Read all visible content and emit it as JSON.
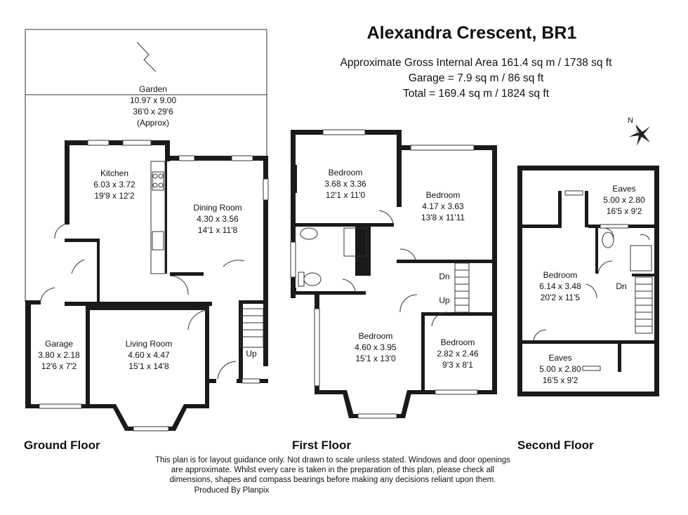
{
  "header": {
    "title": "Alexandra Crescent, BR1",
    "area_line": "Approximate Gross Internal Area 161.4 sq m / 1738 sq ft",
    "garage_line": "Garage = 7.9 sq m / 86 sq ft",
    "total_line": "Total = 169.4 sq m / 1824 sq ft"
  },
  "compass": {
    "label": "N"
  },
  "ground_floor": {
    "label": "Ground Floor",
    "garden": {
      "name": "Garden",
      "metric": "10.97 x 9.00",
      "imperial": "36'0 x 29'6",
      "note": "(Approx)"
    },
    "kitchen": {
      "name": "Kitchen",
      "metric": "6.03 x 3.72",
      "imperial": "19'9 x 12'2"
    },
    "dining": {
      "name": "Dining Room",
      "metric": "4.30 x 3.56",
      "imperial": "14'1 x 11'8"
    },
    "garage": {
      "name": "Garage",
      "metric": "3.80 x 2.18",
      "imperial": "12'6 x 7'2"
    },
    "living": {
      "name": "Living Room",
      "metric": "4.60 x 4.47",
      "imperial": "15'1 x 14'8"
    },
    "stairs": "Up"
  },
  "first_floor": {
    "label": "First Floor",
    "bed1": {
      "name": "Bedroom",
      "metric": "3.68 x 3.36",
      "imperial": "12'1 x 11'0"
    },
    "bed2": {
      "name": "Bedroom",
      "metric": "4.17 x 3.63",
      "imperial": "13'8 x 11'11"
    },
    "bed3": {
      "name": "Bedroom",
      "metric": "4.60 x 3.95",
      "imperial": "15'1 x 13'0"
    },
    "bed4": {
      "name": "Bedroom",
      "metric": "2.82 x 2.46",
      "imperial": "9'3 x 8'1"
    },
    "stairs_down": "Dn",
    "stairs_up": "Up"
  },
  "second_floor": {
    "label": "Second Floor",
    "eaves_top": {
      "name": "Eaves",
      "metric": "5.00 x 2.80",
      "imperial": "16'5 x 9'2"
    },
    "bedroom": {
      "name": "Bedroom",
      "metric": "6.14 x 3.48",
      "imperial": "20'2 x 11'5"
    },
    "eaves_bottom": {
      "name": "Eaves",
      "metric": "5.00 x 2.80",
      "imperial": "16'5 x 9'2"
    },
    "stairs_down": "Dn"
  },
  "disclaimer": {
    "line1": "This plan is for layout guidance only. Not drawn to scale unless stated. Windows and door openings",
    "line2": "are approximate. Whilst every care is taken in the preparation of this plan, please check all",
    "line3": "dimensions, shapes and compass bearings before making any decisions reliant upon them.",
    "line4": "Produced By Planpix"
  }
}
